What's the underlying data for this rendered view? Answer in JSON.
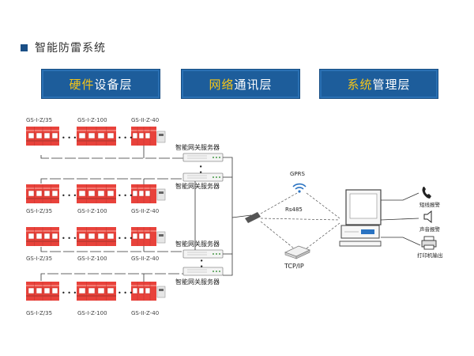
{
  "page_title": "智能防雷系统",
  "layers": [
    {
      "accent": "硬件",
      "rest": "设备层"
    },
    {
      "accent": "网络",
      "rest": "通讯层"
    },
    {
      "accent": "系统",
      "rest": "管理层"
    }
  ],
  "device_labels": [
    "GS-I-Z/35",
    "GS-I-Z-100",
    "GS-II-Z-40"
  ],
  "gateway_label": "智能网关服务器",
  "network": {
    "gprs": "GPRS",
    "rs485": "Rs485",
    "tcpip": "TCP/IP"
  },
  "outputs": [
    {
      "label": "短线报警",
      "icon": "phone-icon"
    },
    {
      "label": "声音报警",
      "icon": "speaker-icon"
    },
    {
      "label": "打印机输出",
      "icon": "printer-icon"
    }
  ],
  "colors": {
    "header_bg": "#1d5d9b",
    "accent_text": "#f5c518",
    "device_red": "#e8423b"
  }
}
